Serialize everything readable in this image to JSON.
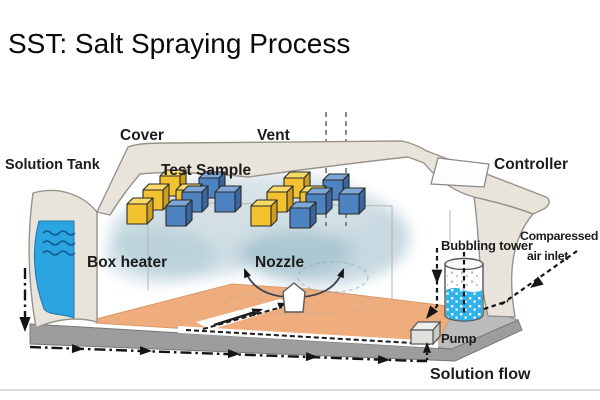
{
  "title": "SST: Salt Spraying Process",
  "diagram": {
    "labels": {
      "solution_tank": "Solution Tank",
      "cover": "Cover",
      "vent": "Vent",
      "test_sample": "Test Sample",
      "controller": "Controller",
      "box_heater": "Box heater",
      "nozzle": "Nozzle",
      "bubbling_tower": "Bubbling tower",
      "compressed_air_line1": "Comparessed",
      "compressed_air_line2": "air inlet",
      "pump": "Pump",
      "solution_flow": "Solution flow"
    },
    "colors": {
      "cover_fill": "#e8e4db",
      "outline": "#97938a",
      "solution_blue": "#2aa5e1",
      "cube_yellow": "#f2c230",
      "cube_blue": "#4e83c2",
      "floor_peach": "#efad7e",
      "platform_gray": "#9d9d9d",
      "mist_blue": "#bdd2db",
      "ink": "#141414"
    }
  }
}
